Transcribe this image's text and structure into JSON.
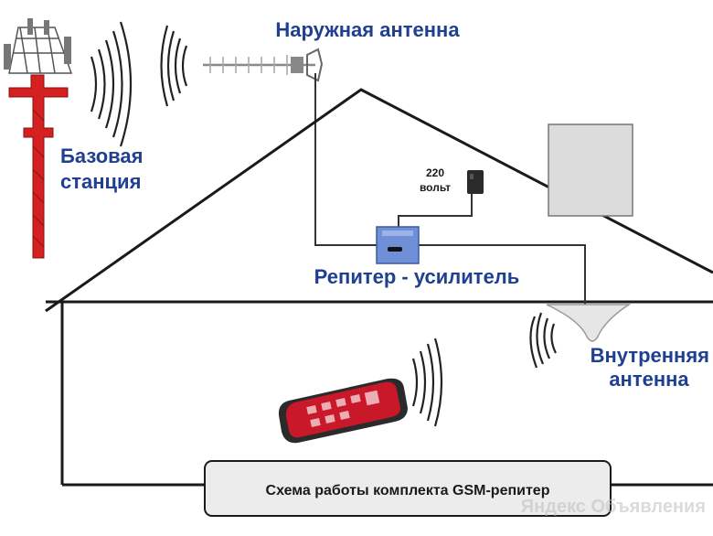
{
  "labels": {
    "outdoor_antenna": "Наружная антенна",
    "base_station_line1": "Базовая",
    "base_station_line2": "станция",
    "power_line1": "220",
    "power_line2": "вольт",
    "repeater": "Репитер - усилитель",
    "indoor_antenna_line1": "Внутренняя",
    "indoor_antenna_line2": "антенна",
    "caption": "Схема работы комплекта GSM-репитер",
    "watermark": "Яндекс Объявления"
  },
  "colors": {
    "label_blue": "#1f3f8f",
    "tower_red": "#d42020",
    "outline": "#1a1a1a",
    "cable": "#333333",
    "caption_box": "#ececec",
    "repeater_blue": "#6f8fd8",
    "phone_red": "#c8182a"
  },
  "icons": {
    "tower": "cell-tower-icon",
    "outdoor_antenna": "yagi-antenna-icon",
    "repeater": "repeater-box-icon",
    "power": "power-adapter-icon",
    "indoor_antenna": "ceiling-antenna-icon",
    "phone": "smartphone-icon",
    "signal": "signal-waves-icon"
  }
}
